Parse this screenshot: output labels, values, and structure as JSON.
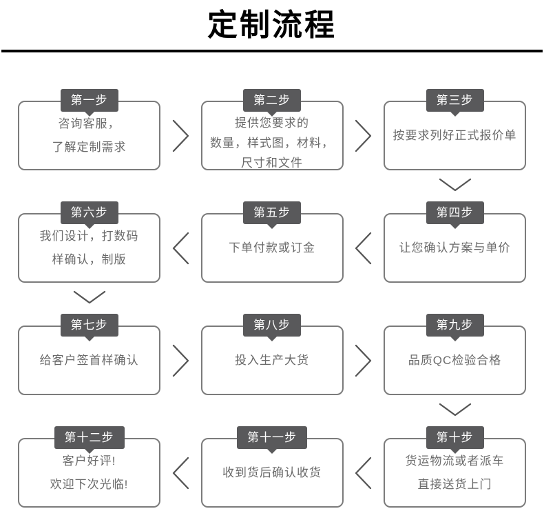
{
  "title": "定制流程",
  "colors": {
    "badge_bg": "#59595b",
    "badge_text": "#ffffff",
    "box_border": "#7b7b7b",
    "box_text": "#6a6a6a",
    "arrow": "#555555",
    "divider": "#000000"
  },
  "rows": [
    {
      "flow_direction": "right",
      "down_arrow_after_col": 2,
      "steps": [
        {
          "badge": "第一步",
          "lines": [
            "咨询客服，",
            "了解定制需求"
          ]
        },
        {
          "badge": "第二步",
          "lines": [
            "提供您要求的",
            "数量，样式图，材料，",
            "尺寸和文件"
          ]
        },
        {
          "badge": "第三步",
          "lines": [
            "按要求列好正式报价单"
          ]
        }
      ]
    },
    {
      "flow_direction": "left",
      "down_arrow_after_col": 0,
      "steps": [
        {
          "badge": "第六步",
          "lines": [
            "我们设计，打数码",
            "样确认，制版"
          ]
        },
        {
          "badge": "第五步",
          "lines": [
            "下单付款或订金"
          ]
        },
        {
          "badge": "第四步",
          "lines": [
            "让您确认方案与单价"
          ]
        }
      ]
    },
    {
      "flow_direction": "right",
      "down_arrow_after_col": 2,
      "steps": [
        {
          "badge": "第七步",
          "lines": [
            "给客户签首样确认"
          ]
        },
        {
          "badge": "第八步",
          "lines": [
            "投入生产大货"
          ]
        },
        {
          "badge": "第九步",
          "lines": [
            "品质QC检验合格"
          ]
        }
      ]
    },
    {
      "flow_direction": "left",
      "down_arrow_after_col": null,
      "steps": [
        {
          "badge": "第十二步",
          "lines": [
            "客户好评!",
            "欢迎下次光临!"
          ]
        },
        {
          "badge": "第十一步",
          "lines": [
            "收到货后确认收货"
          ]
        },
        {
          "badge": "第十步",
          "lines": [
            "货运物流或者派车",
            "直接送货上门"
          ]
        }
      ]
    }
  ]
}
